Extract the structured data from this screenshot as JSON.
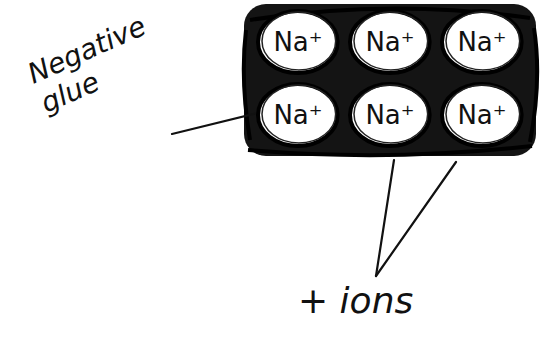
{
  "diagram": {
    "nodes": [
      {
        "text": [
          "Na⁺"
        ]
      },
      {
        "text": [
          "Na⁺"
        ]
      },
      {
        "text": [
          "Na⁺"
        ]
      },
      {
        "text": [
          "Na⁺"
        ]
      },
      {
        "text": [
          "Na⁺"
        ]
      },
      {
        "text": [
          "Na⁺"
        ]
      }
    ],
    "labels": [
      "Negative glue",
      "+ ions"
    ]
  }
}
